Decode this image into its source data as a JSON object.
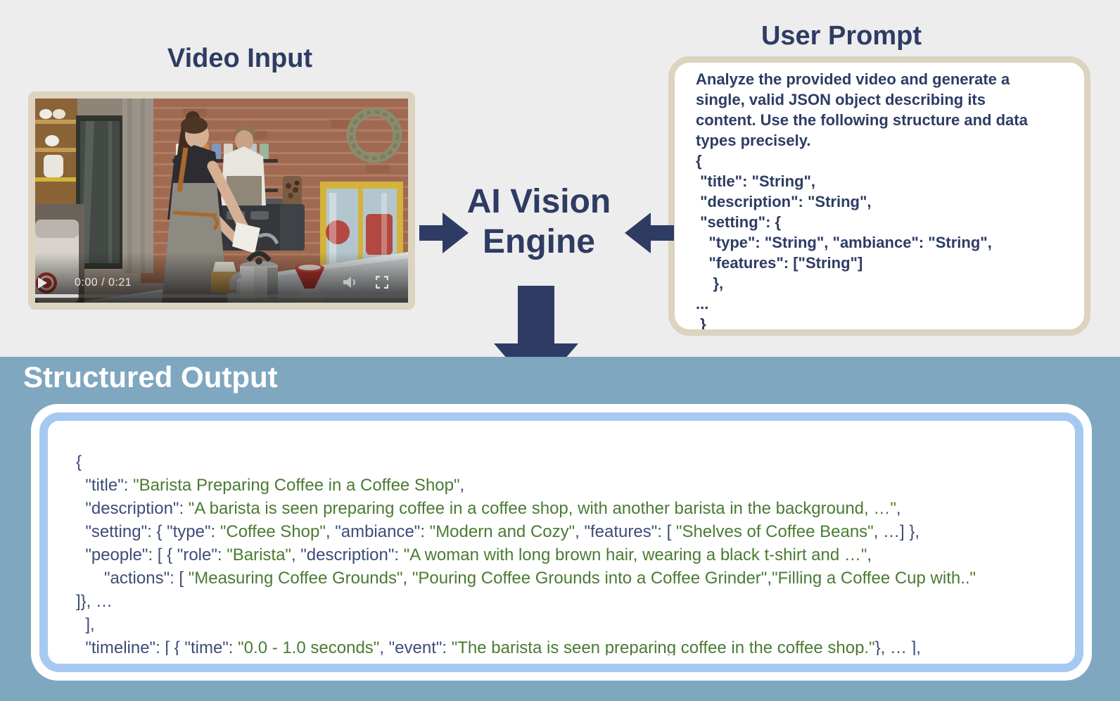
{
  "colors": {
    "page_background": "#ededed",
    "heading_navy": "#2e3c64",
    "band_blue": "#7fa7bf",
    "output_border_light_blue": "#a6c9f1",
    "frame_beige": "#dcd3c0",
    "json_key_navy": "#3d4c78",
    "json_value_green": "#4a7b33",
    "output_title_white": "#ffffff"
  },
  "video_input": {
    "title": "Video Input",
    "player": {
      "time_display": "0:00 / 0:21",
      "play_icon": "play-triangle",
      "volume_icon": "speaker",
      "fullscreen_icon": "fullscreen-brackets",
      "progress_played_fraction": "0.12"
    }
  },
  "user_prompt": {
    "title": "User Prompt",
    "paragraph_lines": [
      "Analyze the provided video and generate a",
      "single, valid JSON object describing its",
      "content. Use the following structure and data",
      "types precisely."
    ],
    "code_lines": [
      "{",
      " \"title\": \"String\",",
      " \"description\": \"String\",",
      " \"setting\": {",
      "   \"type\": \"String\", \"ambiance\": \"String\",",
      "   \"features\": [\"String\"]",
      "    },",
      "...",
      " }"
    ]
  },
  "engine": {
    "line1": "AI Vision",
    "line2": "Engine"
  },
  "structured_output": {
    "title": "Structured Output",
    "lines": [
      [
        {
          "c": "k",
          "t": "{"
        }
      ],
      [
        {
          "c": "k",
          "t": "  \"title\": "
        },
        {
          "c": "v",
          "t": "\"Barista Preparing Coffee in a Coffee Shop\""
        },
        {
          "c": "k",
          "t": ","
        }
      ],
      [
        {
          "c": "k",
          "t": "  \"description\": "
        },
        {
          "c": "v",
          "t": "\"A barista is seen preparing coffee in a coffee shop, with another barista in the background, …\""
        },
        {
          "c": "k",
          "t": ","
        }
      ],
      [
        {
          "c": "k",
          "t": "  \"setting\": { \"type\": "
        },
        {
          "c": "v",
          "t": "\"Coffee Shop\""
        },
        {
          "c": "k",
          "t": ", \"ambiance\": "
        },
        {
          "c": "v",
          "t": "\"Modern and Cozy\""
        },
        {
          "c": "k",
          "t": ", \"features\": [ "
        },
        {
          "c": "v",
          "t": "\"Shelves of Coffee Beans\""
        },
        {
          "c": "k",
          "t": ", …] },"
        }
      ],
      [
        {
          "c": "k",
          "t": "  \"people\": [ { \"role\": "
        },
        {
          "c": "v",
          "t": "\"Barista\""
        },
        {
          "c": "k",
          "t": ", \"description\": "
        },
        {
          "c": "v",
          "t": "\"A woman with long brown hair, wearing a black t-shirt and …\""
        },
        {
          "c": "k",
          "t": ","
        }
      ],
      [
        {
          "c": "k",
          "t": "      \"actions\": [ "
        },
        {
          "c": "v",
          "t": "\"Measuring Coffee Grounds\""
        },
        {
          "c": "k",
          "t": ", "
        },
        {
          "c": "v",
          "t": "\"Pouring Coffee Grounds into a Coffee Grinder\""
        },
        {
          "c": "k",
          "t": ","
        },
        {
          "c": "v",
          "t": "\"Filling a Coffee Cup with..\""
        }
      ],
      [
        {
          "c": "k",
          "t": "]}, …"
        }
      ],
      [
        {
          "c": "k",
          "t": "  ],"
        }
      ],
      [
        {
          "c": "k",
          "t": "  \"timeline\": [ { \"time\": "
        },
        {
          "c": "v",
          "t": "\"0.0 - 1.0 seconds\""
        },
        {
          "c": "k",
          "t": ", \"event\": "
        },
        {
          "c": "v",
          "t": "\"The barista is seen preparing coffee in the coffee shop.\""
        },
        {
          "c": "k",
          "t": "}, … ],"
        }
      ],
      [
        {
          "c": "k",
          "t": "…"
        }
      ]
    ]
  }
}
